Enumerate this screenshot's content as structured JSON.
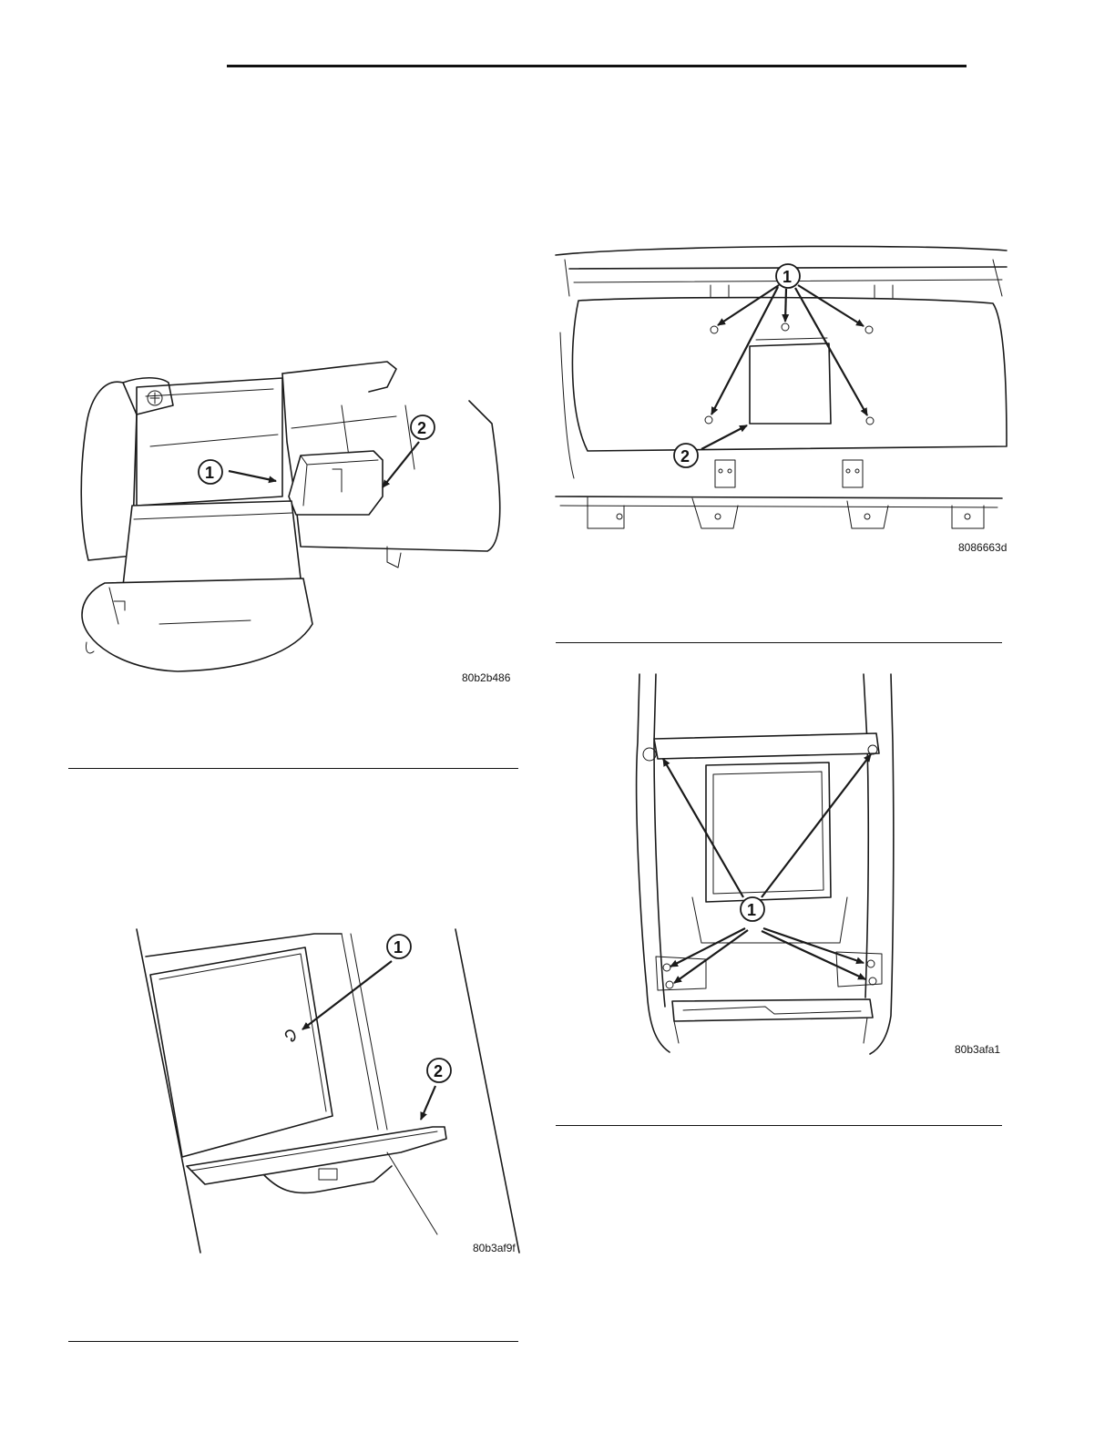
{
  "figures": [
    {
      "code": "80b2b486",
      "callouts": [
        "1",
        "2"
      ]
    },
    {
      "code": "8086663d",
      "callouts": [
        "1",
        "2"
      ]
    },
    {
      "code": "80b3af9f",
      "callouts": [
        "1",
        "2"
      ]
    },
    {
      "code": "80b3afa1",
      "callouts": [
        "1"
      ]
    }
  ]
}
